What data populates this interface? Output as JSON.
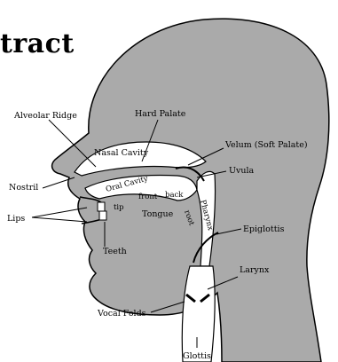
{
  "title": "tract",
  "labels": {
    "alveolar_ridge": "Alveolar Ridge",
    "hard_palate": "Hard Palate",
    "nasal_cavity": "Nasal Cavity",
    "velum": "Velum (Soft Palate)",
    "uvula": "Uvula",
    "nostril": "Nostril",
    "oral_cavity": "Oral Cavity",
    "lips": "Lips",
    "tip": "tip",
    "front": "front",
    "back": "back",
    "tongue": "Tongue",
    "root": "root",
    "pharynx": "Pharynx",
    "teeth": "Teeth",
    "epiglottis": "Epiglottis",
    "larynx": "Larynx",
    "vocal_folds": "Vocal Folds",
    "glottis": "Glottis"
  },
  "colors": {
    "head_fill": "#aaaaaa",
    "outline": "#000000",
    "cavity_fill": "#ffffff"
  }
}
